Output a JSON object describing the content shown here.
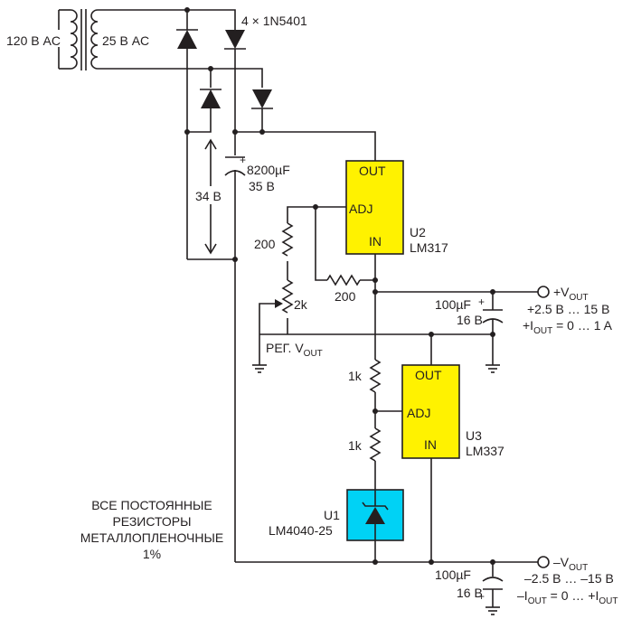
{
  "labels": {
    "primary": "120 В AC",
    "secondary": "25 В AC",
    "diodes": "4 × 1N5401",
    "cap1_value": "8200µF",
    "cap1_voltage": "35 В",
    "cap1_plus": "+",
    "voltage_34": "34 В",
    "r200_a": "200",
    "r200_b": "200",
    "pot_2k": "2k",
    "reg_vout": "РЕГ. V",
    "reg_vout_sub": "OUT",
    "r1k_a": "1k",
    "r1k_b": "1k",
    "note_line1": "ВСЕ ПОСТОЯННЫЕ",
    "note_line2": "РЕЗИСТОРЫ",
    "note_line3": "МЕТАЛЛОПЛЕНОЧНЫЕ",
    "note_line4": "1%"
  },
  "u2": {
    "out": "OUT",
    "adj": "ADJ",
    "in": "IN",
    "ref": "U2",
    "part": "LM317",
    "color": "#fff200"
  },
  "u3": {
    "out": "OUT",
    "adj": "ADJ",
    "in": "IN",
    "ref": "U3",
    "part": "LM337",
    "color": "#fff200"
  },
  "u1": {
    "ref": "U1",
    "part": "LM4040-25",
    "color": "#00d2f5"
  },
  "pos_out": {
    "cap_value": "100µF",
    "cap_voltage": "16 В",
    "cap_plus": "+",
    "label": "+V",
    "label_sub": "OUT",
    "range": "+2.5 В … 15 В",
    "current_pre": "+I",
    "current_sub": "OUT",
    "current_post": " = 0 … 1 A"
  },
  "neg_out": {
    "cap_value": "100µF",
    "cap_voltage": "16 В",
    "cap_plus": "+",
    "label": "–V",
    "label_sub": "OUT",
    "range": "–2.5 В … –15 В",
    "current_pre": "–I",
    "current_sub": "OUT",
    "current_mid": " = 0 … +I",
    "current_sub2": "OUT"
  }
}
